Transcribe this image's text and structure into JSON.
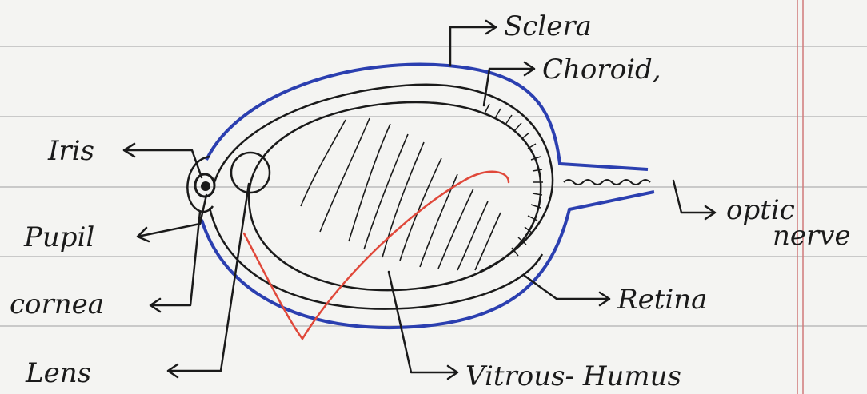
{
  "diagram": {
    "colors": {
      "paper": "#f4f4f2",
      "ruling": "#c9c9c9",
      "margin_line": "#d07a7a",
      "ink": "#1a1a1a",
      "sclera_ink": "#2b3fb0",
      "tick_mark": "#e0483a"
    },
    "labels": {
      "sclera": "Sclera",
      "choroid": "Choroid,",
      "iris": "Iris",
      "pupil": "Pupil",
      "cornea": "cornea",
      "lens": "Lens",
      "optic_nerve_line1": "optic",
      "optic_nerve_line2": "nerve",
      "retina": "Retina",
      "vitreous_humus": "Vitrous- Humus"
    }
  }
}
